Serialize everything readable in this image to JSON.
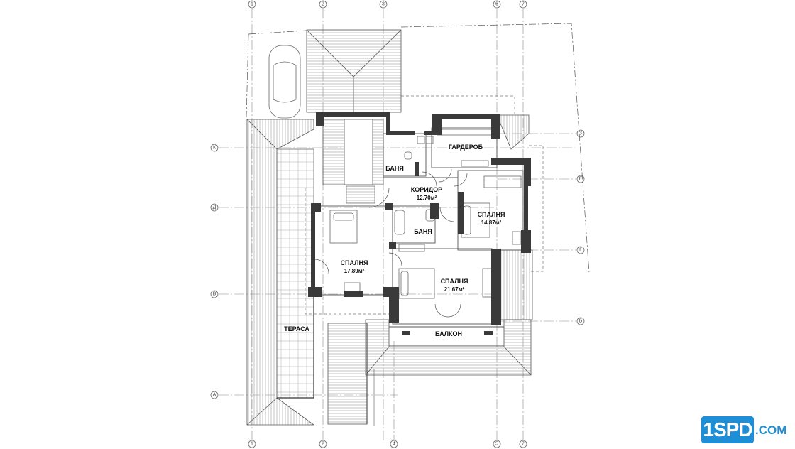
{
  "grid": {
    "columns": [
      "1",
      "2",
      "3",
      "4",
      "5",
      "6",
      "7"
    ],
    "rows": [
      "К",
      "Е",
      "Д",
      "Г",
      "В",
      "Б",
      "А"
    ]
  },
  "rooms": {
    "bath_upper": "БАНЯ",
    "wardrobe": "ГАРДЕРОБ",
    "corridor": "КОРИДОР",
    "corridor_area": "12.70м²",
    "bedroom_east": "СПАЛНЯ",
    "bedroom_east_area": "14.87м²",
    "bath_middle": "БАНЯ",
    "bedroom_west": "СПАЛНЯ",
    "bedroom_west_area": "17.89м²",
    "bedroom_south": "СПАЛНЯ",
    "bedroom_south_area": "21.67м²",
    "balcony": "БАЛКОН",
    "terrace": "ТЕРАСА"
  },
  "logo": {
    "badge": "1SPD",
    "tld": ".COM"
  },
  "colors": {
    "wall": "#3a3a3a",
    "line": "#555555",
    "grid_line": "#888888",
    "brand": "#1e8fd6"
  }
}
